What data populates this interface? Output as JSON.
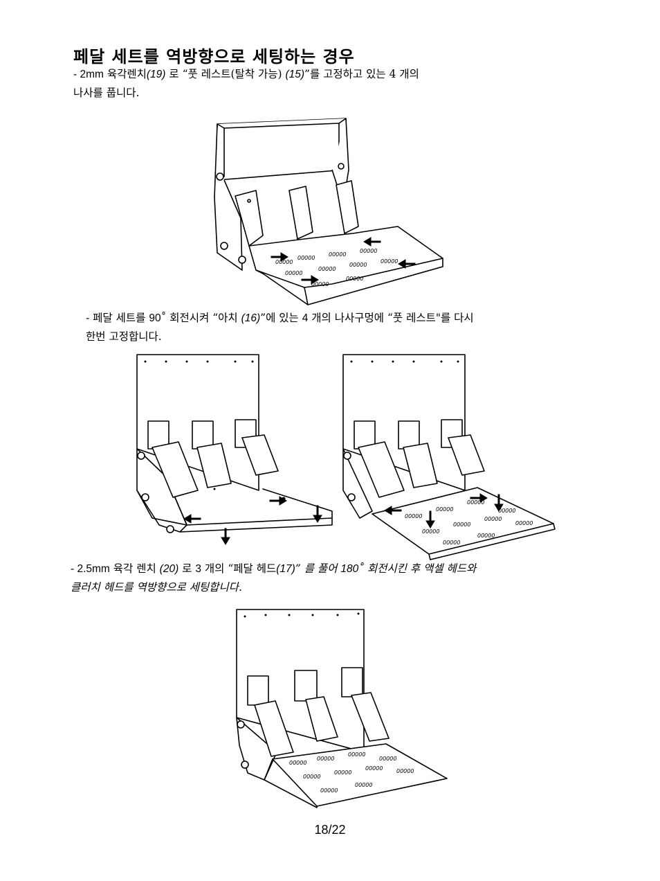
{
  "title": "페달 세트를 역방향으로 세팅하는 경우",
  "step1": {
    "line1_a": " - 2mm",
    "line1_b": " 육각렌치",
    "line1_ref": "(19)",
    "line1_c": " 로 “풋 레스트(탈착 가능) ",
    "line1_ref2": "(15)",
    "line1_d": "”를 고정하고 있는 4 개의",
    "line2": "나사를 풉니다."
  },
  "step2": {
    "line1_a": "- 페달 세트를 ",
    "line1_num": "90",
    "line1_b": "˚ 회전시켜 “아치 ",
    "line1_ref": "(16)",
    "line1_c": "”에 있는 ",
    "line1_num2": "4",
    "line1_d": " 개의 나사구멍에 “풋 레스트\"를 다시",
    "line2": "한번 고정합니다."
  },
  "step3": {
    "line1_a": "- 2.5mm",
    "line1_b": " 육각 렌치 ",
    "line1_ref": "(20)",
    "line1_c": " 로 ",
    "line1_num": "3",
    "line1_d": " 개의 “페달 헤드",
    "line1_ref2": "(17)",
    "line1_e": "” 를 풀어 ",
    "line1_num2": "180",
    "line1_f": "˚ 회전시킨 후 액셀 헤드와",
    "line2": "클러치 헤드를 역방향으로 세팅합니다."
  },
  "footrest_pattern": "00000",
  "page_number": "18/22"
}
